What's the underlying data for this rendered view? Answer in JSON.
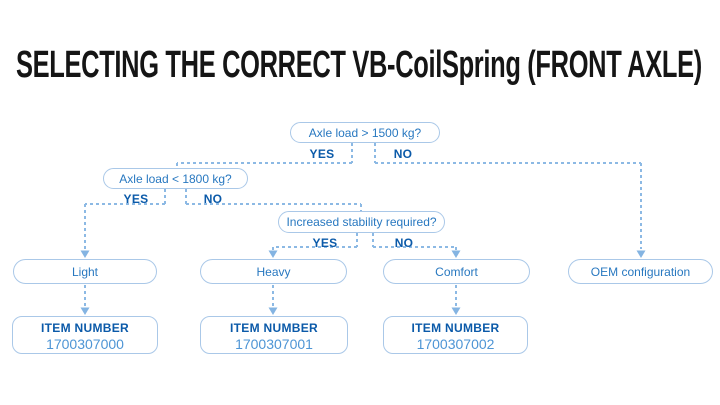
{
  "title": "SELECTING THE CORRECT VB-CoilSpring (FRONT AXLE)",
  "colors": {
    "pill_border": "#aac8e8",
    "pill_text": "#2878c0",
    "label_dark_blue": "#0b5aa9",
    "item_number_value": "#4e95d5",
    "connector_dash": "#8cb9e4",
    "arrowhead": "#84b4e2",
    "title_text": "#151515"
  },
  "flowchart": {
    "decisions": [
      {
        "question": "Axle load > 1500 kg?",
        "yes": "YES",
        "no": "NO"
      },
      {
        "question": "Axle load < 1800 kg?",
        "yes": "YES",
        "no": "NO"
      },
      {
        "question": "Increased stability required?",
        "yes": "YES",
        "no": "NO"
      }
    ],
    "results": [
      {
        "label": "Light"
      },
      {
        "label": "Heavy"
      },
      {
        "label": "Comfort"
      },
      {
        "label": "OEM configuration"
      }
    ],
    "item_boxes": [
      {
        "heading": "ITEM NUMBER",
        "number": "1700307000"
      },
      {
        "heading": "ITEM NUMBER",
        "number": "1700307001"
      },
      {
        "heading": "ITEM NUMBER",
        "number": "1700307002"
      }
    ]
  }
}
